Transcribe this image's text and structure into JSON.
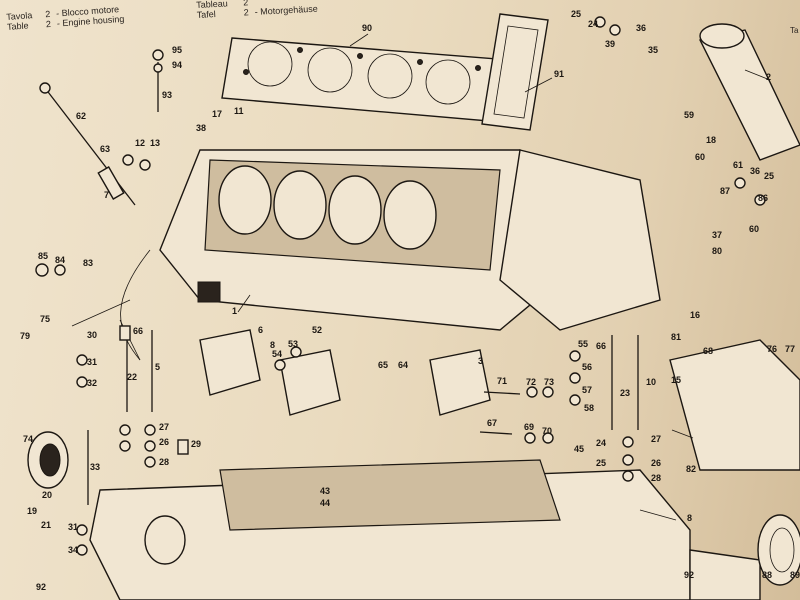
{
  "header": {
    "left": {
      "lines": [
        {
          "label": "Tavola",
          "number": "2",
          "text": "- Blocco motore"
        },
        {
          "label": "Table",
          "number": "2",
          "text": "- Engine housing"
        }
      ]
    },
    "right": {
      "lines": [
        {
          "label": "Tableau",
          "number": "2",
          "text": ""
        },
        {
          "label": "Tafel",
          "number": "2",
          "text": "- Motorgehäuse"
        }
      ]
    },
    "edge_label": "Ta"
  },
  "diagram": {
    "callouts": [
      "90",
      "95",
      "94",
      "93",
      "62",
      "63",
      "7",
      "12",
      "13",
      "17",
      "11",
      "38",
      "25",
      "24",
      "39",
      "36",
      "35",
      "91",
      "2",
      "59",
      "18",
      "60",
      "61",
      "36",
      "25",
      "87",
      "86",
      "37",
      "80",
      "60",
      "85",
      "84",
      "83",
      "16",
      "79",
      "75",
      "30",
      "31",
      "32",
      "66",
      "22",
      "5",
      "6",
      "52",
      "54",
      "53",
      "3",
      "55",
      "56",
      "57",
      "58",
      "66",
      "23",
      "10",
      "81",
      "68",
      "76",
      "77",
      "71",
      "72",
      "73",
      "67",
      "69",
      "70",
      "45",
      "74",
      "33",
      "27",
      "26",
      "28",
      "29",
      "24",
      "25",
      "27",
      "26",
      "28",
      "82",
      "15",
      "20",
      "19",
      "21",
      "31",
      "34",
      "8",
      "43",
      "44",
      "92",
      "92",
      "88",
      "89",
      "1",
      "65",
      "64",
      "8"
    ]
  }
}
